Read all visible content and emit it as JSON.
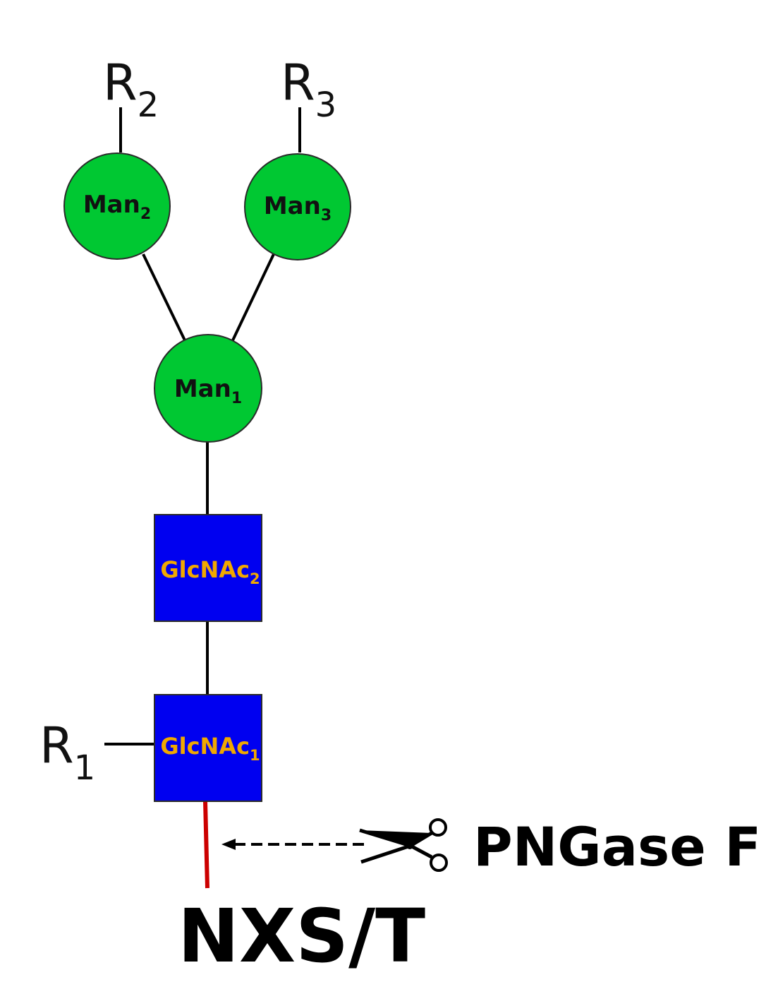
{
  "nodes": {
    "man2": {
      "label": "Man",
      "subscript": "2",
      "shape": "circle",
      "fill": "#00c832",
      "text_color": "#111111"
    },
    "man3": {
      "label": "Man",
      "subscript": "3",
      "shape": "circle",
      "fill": "#00c832",
      "text_color": "#111111"
    },
    "man1": {
      "label": "Man",
      "subscript": "1",
      "shape": "circle",
      "fill": "#00c832",
      "text_color": "#111111"
    },
    "glcnac2": {
      "label": "GlcNAc",
      "subscript": "2",
      "shape": "square",
      "fill": "#0000f0",
      "text_color": "#f0a800"
    },
    "glcnac1": {
      "label": "GlcNAc",
      "subscript": "1",
      "shape": "square",
      "fill": "#0000f0",
      "text_color": "#f0a800"
    }
  },
  "substituents": {
    "r1": {
      "label": "R",
      "subscript": "1"
    },
    "r2": {
      "label": "R",
      "subscript": "2"
    },
    "r3": {
      "label": "R",
      "subscript": "3"
    }
  },
  "enzyme": {
    "label": "PNGase F",
    "icon": "scissors-icon",
    "arrow": "dashed-arrow-left"
  },
  "sequon": {
    "label": "NXS/T"
  },
  "colors": {
    "mannose": "#00c832",
    "glcnac": "#0000f0",
    "glcnac_text": "#f0a800",
    "cleavage_bond": "#cc0000",
    "line": "#000000"
  }
}
